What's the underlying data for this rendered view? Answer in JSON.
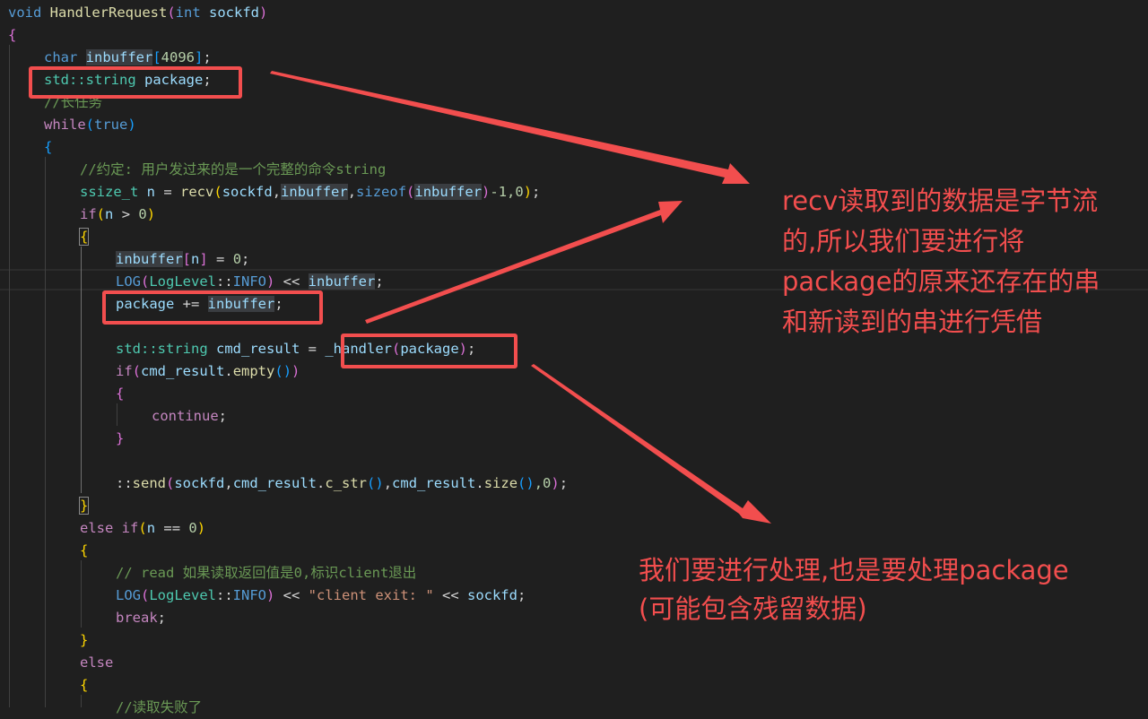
{
  "editor": {
    "theme_colors": {
      "background": "#1f1f1f",
      "keyword": "#569cd6",
      "control": "#c586c0",
      "function": "#dcdcaa",
      "variable": "#9cdcfe",
      "type": "#4ec9b0",
      "number": "#b5cea8",
      "string": "#ce9178",
      "comment": "#6a9955",
      "annotation_red": "#f24e4e"
    },
    "code": {
      "l1": {
        "kw": "void",
        "fn": "HandlerRequest",
        "p1": "(",
        "kw2": "int",
        "var": "sockfd",
        "p2": ")"
      },
      "l2": {
        "brace": "{"
      },
      "l3": {
        "kw": "char",
        "var": "inbuffer",
        "p1": "[",
        "num": "4096",
        "p2": "]",
        ";": ";"
      },
      "l4": {
        "type": "std::string",
        "var": "package",
        "semi": ";"
      },
      "l5": {
        "cmt": "//长任务"
      },
      "l6": {
        "ctl": "while",
        "p1": "(",
        "kw": "true",
        "p2": ")"
      },
      "l7": {
        "brace": "{"
      },
      "l8": {
        "cmt": "//约定: 用户发过来的是一个完整的命令string"
      },
      "l9": {
        "type": "ssize_t",
        "var": "n",
        "eq": " = ",
        "fn": "recv",
        "p1": "(",
        "a1": "sockfd",
        ",": ",",
        "a2": "inbuffer",
        "c2": ",",
        "kw": "sizeof",
        "p2": "(",
        "a3": "inbuffer",
        "p3": ")",
        "rest": "-1,0",
        "p4": ")",
        "semi": ";"
      },
      "l10": {
        "ctl": "if",
        "p1": "(",
        "var": "n",
        "op": " > ",
        "num": "0",
        "p2": ")"
      },
      "l11": {
        "brace": "{"
      },
      "l12": {
        "var": "inbuffer",
        "p1": "[",
        "idx": "n",
        "p2": "]",
        "rest": " = ",
        "num": "0",
        "semi": ";"
      },
      "l13": {
        "fn": "LOG",
        "p1": "(",
        "type": "LogLevel",
        "sep": "::",
        "enum": "INFO",
        "p2": ")",
        "op": " << ",
        "var": "inbuffer",
        "semi": ";"
      },
      "l14": {
        "var": "package",
        "op": " += ",
        "var2": "inbuffer",
        "semi": ";"
      },
      "l15": {
        "type": "std::string",
        "var": "cmd_result",
        "eq": " = ",
        "fn": "_handler",
        "p1": "(",
        "arg": "package",
        "p2": ")",
        "semi": ";"
      },
      "l16": {
        "ctl": "if",
        "p1": "(",
        "var": "cmd_result",
        "dot": ".",
        "fn": "empty",
        "p2": "()",
        "p3": ")"
      },
      "l17": {
        "brace": "{"
      },
      "l18": {
        "ctl": "continue",
        "semi": ";"
      },
      "l19": {
        "brace": "}"
      },
      "l20": {
        "pre": "::",
        "fn": "send",
        "p1": "(",
        "a1": "sockfd",
        ",": ",",
        "a2": "cmd_result",
        "d1": ".",
        "f2": "c_str",
        "pp1": "()",
        "c2": ",",
        "a3": "cmd_result",
        "d2": ".",
        "f3": "size",
        "pp2": "()",
        "rest": ",0",
        "p2": ")",
        "semi": ";"
      },
      "l21": {
        "brace": "}"
      },
      "l22": {
        "ctl": "else",
        "sp": " ",
        "ctl2": "if",
        "p1": "(",
        "var": "n",
        "op": " == ",
        "num": "0",
        "p2": ")"
      },
      "l23": {
        "brace": "{"
      },
      "l24": {
        "cmt": "// read 如果读取返回值是0,标识client退出"
      },
      "l25": {
        "fn": "LOG",
        "p1": "(",
        "type": "LogLevel",
        "sep": "::",
        "enum": "INFO",
        "p2": ")",
        "op": " << ",
        "str": "\"client exit: \"",
        "op2": " << ",
        "var": "sockfd",
        "semi": ";"
      },
      "l26": {
        "ctl": "break",
        "semi": ";"
      },
      "l27": {
        "brace": "}"
      },
      "l28": {
        "ctl": "else"
      },
      "l29": {
        "brace": "{"
      },
      "l30": {
        "cmt": "//读取失败了"
      }
    }
  },
  "annotations": {
    "note1": {
      "line1": "recv读取到的数据是字节流",
      "line2": "的,所以我们要进行将",
      "line3": "package的原来还存在的串",
      "line4": "和新读到的串进行凭借"
    },
    "note2": {
      "line1": "我们要进行处理,也是要处理package",
      "line2": "(可能包含残留数据)"
    }
  }
}
